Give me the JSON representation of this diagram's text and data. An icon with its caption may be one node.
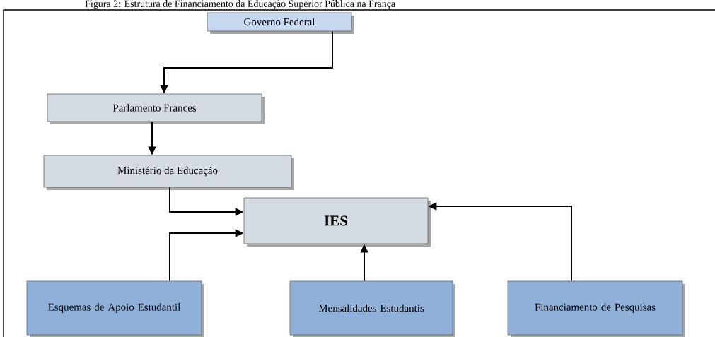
{
  "diagram": {
    "title": "Figura 2: Estrutura de Financiamento da Educação Superior Pública na França",
    "nodes": [
      {
        "text": [
          "Governo Federal"
        ]
      },
      {
        "text": [
          "Parlamento Frances"
        ]
      },
      {
        "text": [
          "Ministério da Educação"
        ]
      },
      {
        "text": [
          "IES"
        ]
      },
      {
        "text": [
          "Esquemas de Apoio Estudantil"
        ]
      },
      {
        "text": [
          "Mensalidades Estudantis"
        ]
      },
      {
        "text": [
          "Financiamento de Pesquisas"
        ]
      }
    ],
    "edges": [
      {
        "from": 0,
        "to": 1,
        "arrow": "to"
      },
      {
        "from": 1,
        "to": 2,
        "arrow": "to"
      },
      {
        "from": 2,
        "to": 3,
        "arrow": "to"
      },
      {
        "from": 4,
        "to": 3,
        "arrow": "to"
      },
      {
        "from": 5,
        "to": 3,
        "arrow": "to"
      },
      {
        "from": 6,
        "to": 3,
        "arrow": "to"
      }
    ]
  }
}
